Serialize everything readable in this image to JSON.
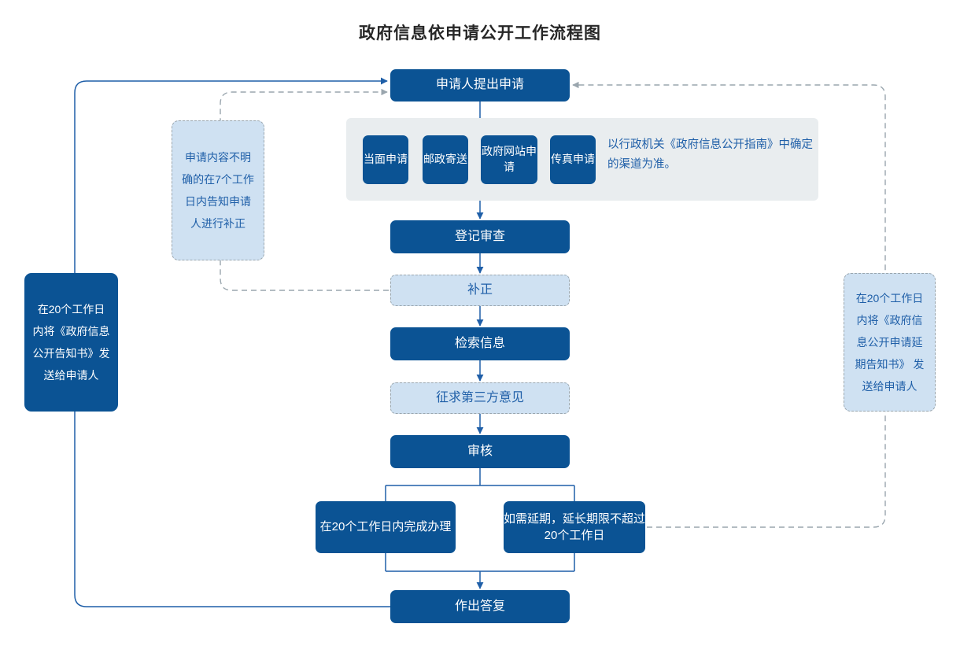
{
  "title": "政府信息依申请公开工作流程图",
  "colors": {
    "primary_dark_blue": "#0B5394",
    "light_blue_fill": "#CFE1F2",
    "panel_gray": "#E9EDEF",
    "text_blue": "#1F5FA8",
    "connector_blue": "#1F5FA8",
    "connector_dashed_gray": "#9AA6AE"
  },
  "nodes": {
    "apply": "申请人提出申请",
    "register": "登记审查",
    "supplement": "补正",
    "retrieve": "检索信息",
    "third_party": "征求第三方意见",
    "review": "审核",
    "reply": "作出答复"
  },
  "channels": {
    "panel_note": "以行政机关《政府信息公开指南》中确定的渠道为准。",
    "items": [
      {
        "label": "当面申请"
      },
      {
        "label": "邮政寄送"
      },
      {
        "label": "政府网站申请"
      },
      {
        "label": "传真申请"
      }
    ]
  },
  "branches": {
    "complete": "在20个工作日内完成办理",
    "extend": "如需延期，延长期限不超过20个工作日"
  },
  "notes": {
    "left_light": "申请内容不明确的在7个工作日内告知申请人进行补正",
    "left_dark": "在20个工作日内将《政府信息公开告知书》发送给申请人",
    "right_light": "在20个工作日内将《政府信息公开申请延期告知书》 发送给申请人"
  },
  "chart_data": {
    "type": "flowchart",
    "title": "政府信息依申请公开工作流程图",
    "orientation": "top-to-bottom",
    "nodes": [
      {
        "id": "apply",
        "label": "申请人提出申请",
        "style": "dark"
      },
      {
        "id": "inperson",
        "label": "当面申请",
        "style": "dark"
      },
      {
        "id": "post",
        "label": "邮政寄送",
        "style": "dark"
      },
      {
        "id": "website",
        "label": "政府网站申请",
        "style": "dark"
      },
      {
        "id": "fax",
        "label": "传真申请",
        "style": "dark"
      },
      {
        "id": "register",
        "label": "登记审查",
        "style": "dark"
      },
      {
        "id": "supplement",
        "label": "补正",
        "style": "light"
      },
      {
        "id": "retrieve",
        "label": "检索信息",
        "style": "dark"
      },
      {
        "id": "third_party",
        "label": "征求第三方意见",
        "style": "light"
      },
      {
        "id": "review",
        "label": "审核",
        "style": "dark"
      },
      {
        "id": "complete",
        "label": "在20个工作日内完成办理",
        "style": "dark"
      },
      {
        "id": "extend",
        "label": "如需延期，延长期限不超过20个工作日",
        "style": "dark"
      },
      {
        "id": "reply",
        "label": "作出答复",
        "style": "dark"
      }
    ],
    "edges": [
      {
        "from": "apply",
        "to": "inperson",
        "type": "solid"
      },
      {
        "from": "apply",
        "to": "post",
        "type": "solid"
      },
      {
        "from": "apply",
        "to": "website",
        "type": "solid"
      },
      {
        "from": "apply",
        "to": "fax",
        "type": "solid"
      },
      {
        "from": "inperson",
        "to": "register",
        "type": "solid"
      },
      {
        "from": "post",
        "to": "register",
        "type": "solid"
      },
      {
        "from": "website",
        "to": "register",
        "type": "solid"
      },
      {
        "from": "fax",
        "to": "register",
        "type": "solid"
      },
      {
        "from": "register",
        "to": "supplement",
        "type": "solid"
      },
      {
        "from": "supplement",
        "to": "retrieve",
        "type": "solid"
      },
      {
        "from": "retrieve",
        "to": "third_party",
        "type": "solid"
      },
      {
        "from": "third_party",
        "to": "review",
        "type": "solid"
      },
      {
        "from": "review",
        "to": "complete",
        "type": "solid"
      },
      {
        "from": "review",
        "to": "extend",
        "type": "solid"
      },
      {
        "from": "complete",
        "to": "reply",
        "type": "solid"
      },
      {
        "from": "extend",
        "to": "reply",
        "type": "solid"
      },
      {
        "from": "supplement",
        "to": "apply",
        "type": "dashed",
        "note": "补正回到申请人提出申请"
      },
      {
        "from": "extend",
        "to": "apply",
        "type": "dashed",
        "note": "延期回到申请人提出申请"
      },
      {
        "from": "reply",
        "to": "apply",
        "type": "solid",
        "note": "答复后回到起点"
      }
    ],
    "annotations": [
      {
        "text": "以行政机关《政府信息公开指南》中确定的渠道为准。",
        "attached_to": "channel-panel"
      },
      {
        "text": "申请内容不明确的在7个工作日内告知申请人进行补正",
        "attached_to": "supplement",
        "style": "light"
      },
      {
        "text": "在20个工作日内将《政府信息公开告知书》发送给申请人",
        "attached_to": "reply",
        "style": "dark"
      },
      {
        "text": "在20个工作日内将《政府信息公开申请延期告知书》 发送给申请人",
        "attached_to": "extend",
        "style": "light"
      }
    ]
  }
}
